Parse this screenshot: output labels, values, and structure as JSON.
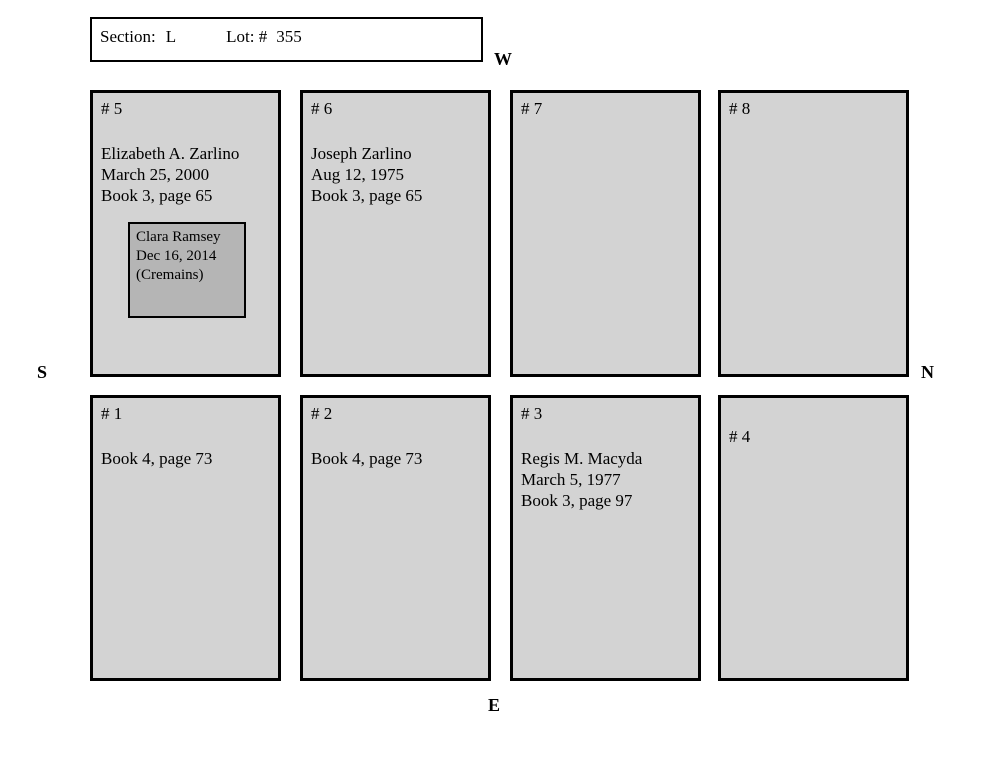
{
  "header": {
    "section_label": "Section:",
    "section_value": "L",
    "lot_label": "Lot: #",
    "lot_value": "355"
  },
  "compass": {
    "west": "W",
    "north": "N",
    "south": "S",
    "east": "E"
  },
  "colors": {
    "page_background": "#ffffff",
    "plot_fill": "#d3d3d3",
    "inner_plot_fill": "#b5b5b5",
    "border": "#000000"
  },
  "plots": [
    {
      "number": "# 5",
      "lines": [
        "Elizabeth A. Zarlino",
        "March 25, 2000",
        "Book 3, page 65"
      ],
      "inner": {
        "lines": [
          "Clara Ramsey",
          "Dec 16, 2014",
          "(Cremains)"
        ]
      }
    },
    {
      "number": "# 6",
      "lines": [
        "Joseph Zarlino",
        "Aug 12, 1975",
        "Book 3, page 65"
      ]
    },
    {
      "number": "# 7",
      "lines": []
    },
    {
      "number": "# 8",
      "lines": []
    },
    {
      "number": "# 1",
      "lines": [
        "Book 4, page 73"
      ]
    },
    {
      "number": "# 2",
      "lines": [
        "Book 4, page 73"
      ]
    },
    {
      "number": "# 3",
      "lines": [
        "Regis M. Macyda",
        "March 5, 1977",
        "Book 3, page 97"
      ]
    },
    {
      "number": "# 4",
      "lines": []
    }
  ]
}
